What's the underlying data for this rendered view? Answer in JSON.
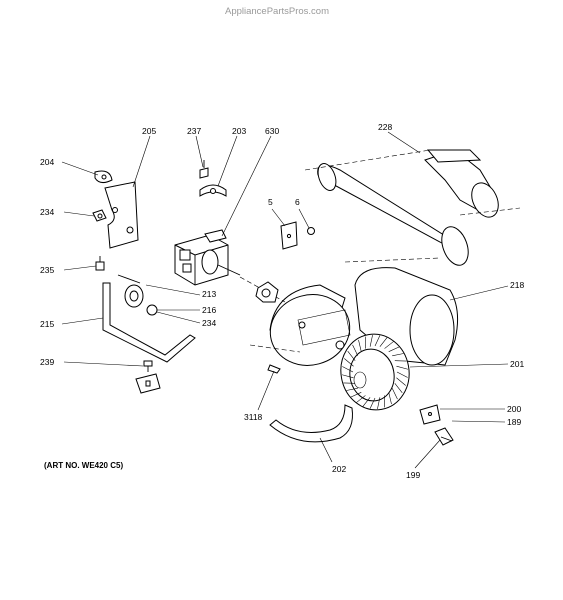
{
  "watermark": "AppliancePartsPros.com",
  "art_number": "(ART NO. WE420 C5)",
  "parts": {
    "p204": "204",
    "p205": "205",
    "p237": "237",
    "p203": "203",
    "p630": "630",
    "p228": "228",
    "p234a": "234",
    "p5": "5",
    "p6": "6",
    "p235": "235",
    "p213": "213",
    "p216": "216",
    "p234b": "234",
    "p218": "218",
    "p215": "215",
    "p239": "239",
    "p201": "201",
    "p3118": "3118",
    "p200": "200",
    "p189": "189",
    "p202": "202",
    "p199": "199"
  }
}
